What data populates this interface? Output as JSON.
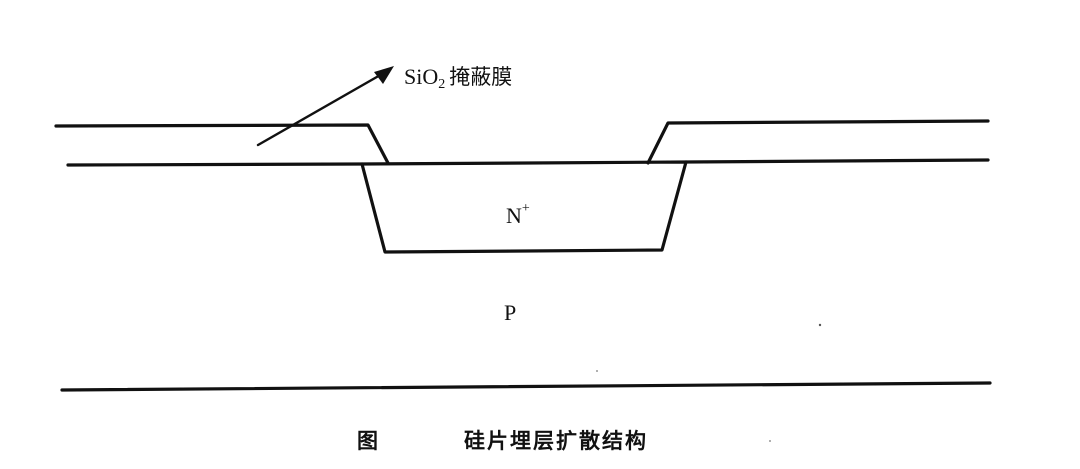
{
  "diagram": {
    "mask_label_prefix": "SiO",
    "mask_label_subscript": "2",
    "mask_label_suffix": "掩蔽膜",
    "region_n_label": "N",
    "region_n_superscript": "+",
    "region_p_label": "P"
  },
  "caption": {
    "prefix": "图",
    "text": "硅片埋层扩散结构"
  }
}
